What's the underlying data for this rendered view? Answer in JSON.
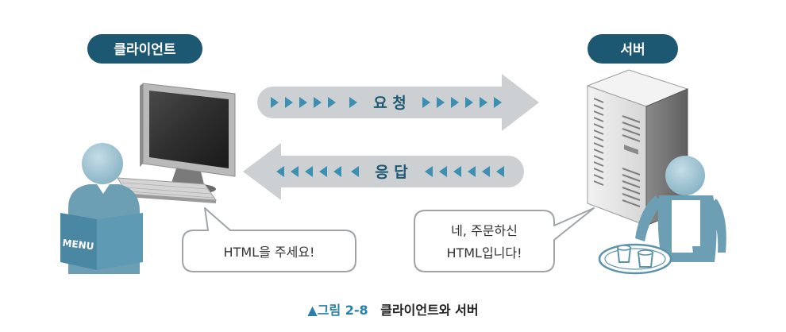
{
  "client_label": "클라이언트",
  "server_label": "서버",
  "request_label": "요 청",
  "response_label": "응 답",
  "menu_text": "MENU",
  "client_bubble": "HTML을 주세요!",
  "server_bubble_line1": "네, 주문하신",
  "server_bubble_line2": "HTML입니다!",
  "caption_prefix": "▲그림 2-8",
  "caption_text": "클라이언트와 서버",
  "colors": {
    "pill_bg": "#1c5872",
    "arrow_fill": "#cdd0d2",
    "arrow_marker": "#3c8fb0",
    "person": "#6d9fb4",
    "person_head": "#a9cad8",
    "bubble_stroke": "#a0a4a7",
    "caption_accent": "#2a80a8"
  }
}
